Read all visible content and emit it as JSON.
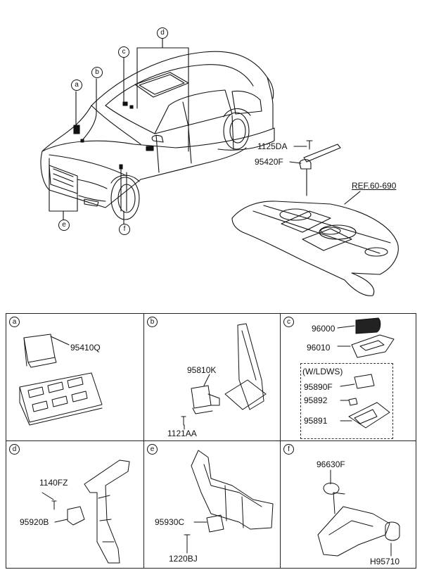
{
  "overview": {
    "callouts": [
      "a",
      "b",
      "c",
      "d",
      "e",
      "f"
    ],
    "parts": {
      "screw": "1125DA",
      "bracket": "95420F",
      "reference": "REF.60-690"
    }
  },
  "panels": [
    {
      "id": "a",
      "parts": [
        "95410Q"
      ]
    },
    {
      "id": "b",
      "parts": [
        "95810K",
        "1121AA"
      ]
    },
    {
      "id": "c",
      "parts": [
        "96000",
        "96010"
      ],
      "option_group": {
        "title": "(W/LDWS)",
        "parts": [
          "95890F",
          "95892",
          "95891"
        ]
      }
    },
    {
      "id": "d",
      "parts": [
        "1140FZ",
        "95920B"
      ]
    },
    {
      "id": "e",
      "parts": [
        "95930C",
        "1220BJ"
      ]
    },
    {
      "id": "f",
      "parts": [
        "96630F",
        "H95710"
      ]
    }
  ]
}
